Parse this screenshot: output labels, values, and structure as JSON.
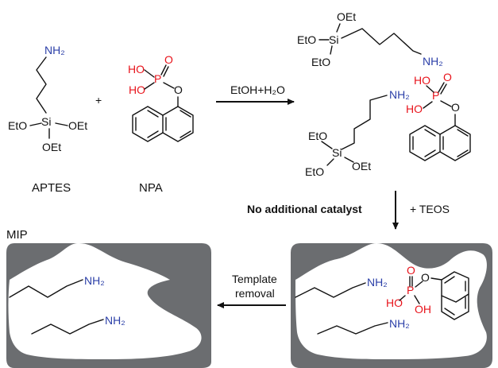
{
  "colors": {
    "atom_red": "#e8141c",
    "atom_blue": "#2b3fa8",
    "matrix_gray": "#6b6d70",
    "ink": "#111111"
  },
  "labels": {
    "aptes": "APTES",
    "npa": "NPA",
    "plus": "+",
    "reaction_condition": "EtOH+H₂O",
    "no_catalyst": "No additional catalyst",
    "teos": "+ TEOS",
    "mip": "MIP",
    "template_line1": "Template",
    "template_line2": "removal"
  },
  "atoms": {
    "nh2": "NH₂",
    "si": "Si",
    "oet": "OEt",
    "eto": "EtO",
    "ho": "HO",
    "oh": "OH",
    "o": "O",
    "p": "P"
  }
}
